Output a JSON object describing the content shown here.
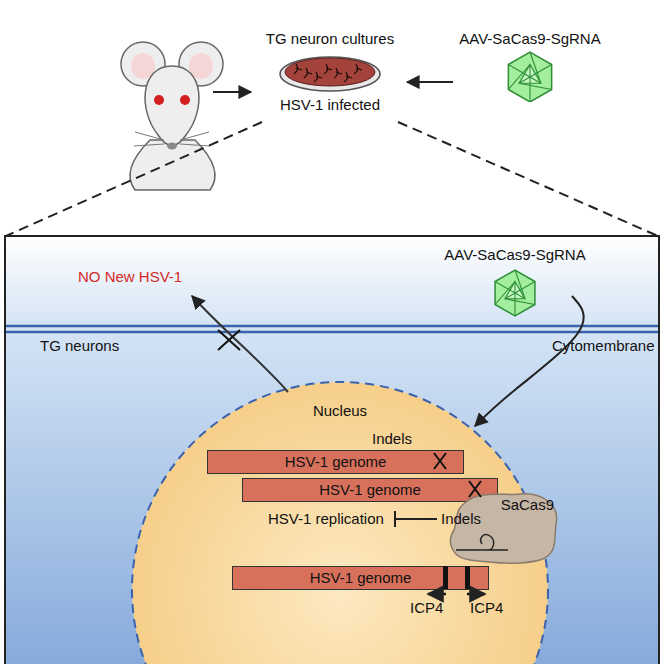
{
  "diagram": {
    "nodes": [
      {
        "text": [
          "TG neuron cultures",
          "HSV-1 infected"
        ]
      },
      {
        "text": [
          "AAV-SaCas9-SgRNA"
        ]
      },
      {
        "text": [
          "AAV-SaCas9-SgRNA"
        ]
      },
      {
        "text": [
          "Nucleus"
        ]
      },
      {
        "text": [
          "HSV-1 genome"
        ],
        "in": 3
      },
      {
        "text": [
          "HSV-1 genome"
        ],
        "in": 3
      },
      {
        "text": [
          "HSV-1 genome"
        ],
        "in": 3
      },
      {
        "text": [
          "SaCas9"
        ],
        "in": 3
      }
    ],
    "edges": [
      {
        "from": 1,
        "to": 0,
        "arrow": "to"
      },
      {
        "from": 2,
        "to": 3,
        "arrow": "to"
      }
    ],
    "labels": [
      "NO New HSV-1",
      "TG neurons",
      "Cytomembrane",
      "Indels",
      "HSV-1 replication",
      "Indels",
      "ICP4",
      "ICP4"
    ]
  }
}
